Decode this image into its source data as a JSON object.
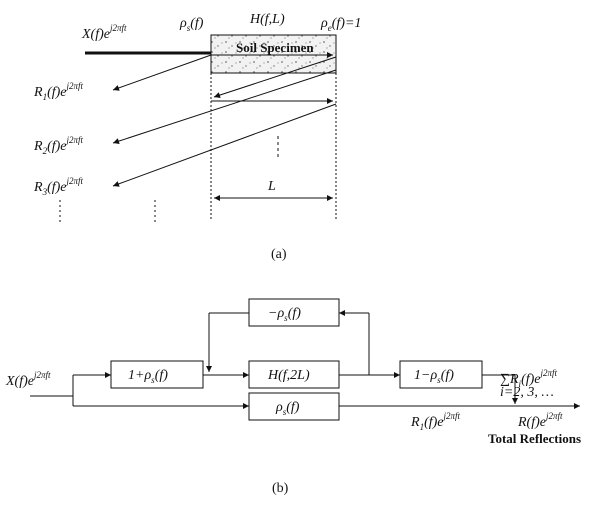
{
  "panel_a": {
    "x_base": "X(f)e",
    "x_exp": "j2πft",
    "rho_s": "ρ",
    "rho_s_sub": "s",
    "rho_s_tail": "(f)",
    "h_fl": "H(f,L)",
    "rho_e": "ρ",
    "rho_e_sub": "e",
    "rho_e_tail": "(f)=1",
    "specimen": "Soil Specimen",
    "r1_a": "R",
    "r1_sub": "1",
    "r1_b": "(f)e",
    "r1_exp": "j2πft",
    "r2_a": "R",
    "r2_sub": "2",
    "r2_b": "(f)e",
    "r2_exp": "j2πft",
    "r3_a": "R",
    "r3_sub": "3",
    "r3_b": "(f)e",
    "r3_exp": "j2πft",
    "length": "L",
    "caption": "(a)"
  },
  "panel_b": {
    "neg_rho": "−ρ",
    "neg_rho_sub": "s",
    "neg_rho_tail": "(f)",
    "one_plus": "1+ρ",
    "one_plus_sub": "s",
    "one_plus_tail": "(f)",
    "h_2l": "H(f,2L)",
    "one_minus": "1−ρ",
    "one_minus_sub": "s",
    "one_minus_tail": "(f)",
    "rho": "ρ",
    "rho_sub": "s",
    "rho_tail": "(f)",
    "x_base": "X(f)e",
    "x_exp": "j2πft",
    "sum_a": "∑R",
    "sum_sub": "i",
    "sum_b": "(f)e",
    "sum_exp": "j2πft",
    "index": "i=2, 3, …",
    "r1_a": "R",
    "r1_sub": "1",
    "r1_b": "(f)e",
    "r1_exp": "j2πft",
    "r_base": "R(f)e",
    "r_exp": "j2πft",
    "total": "Total Reflections",
    "caption": "(b)"
  }
}
